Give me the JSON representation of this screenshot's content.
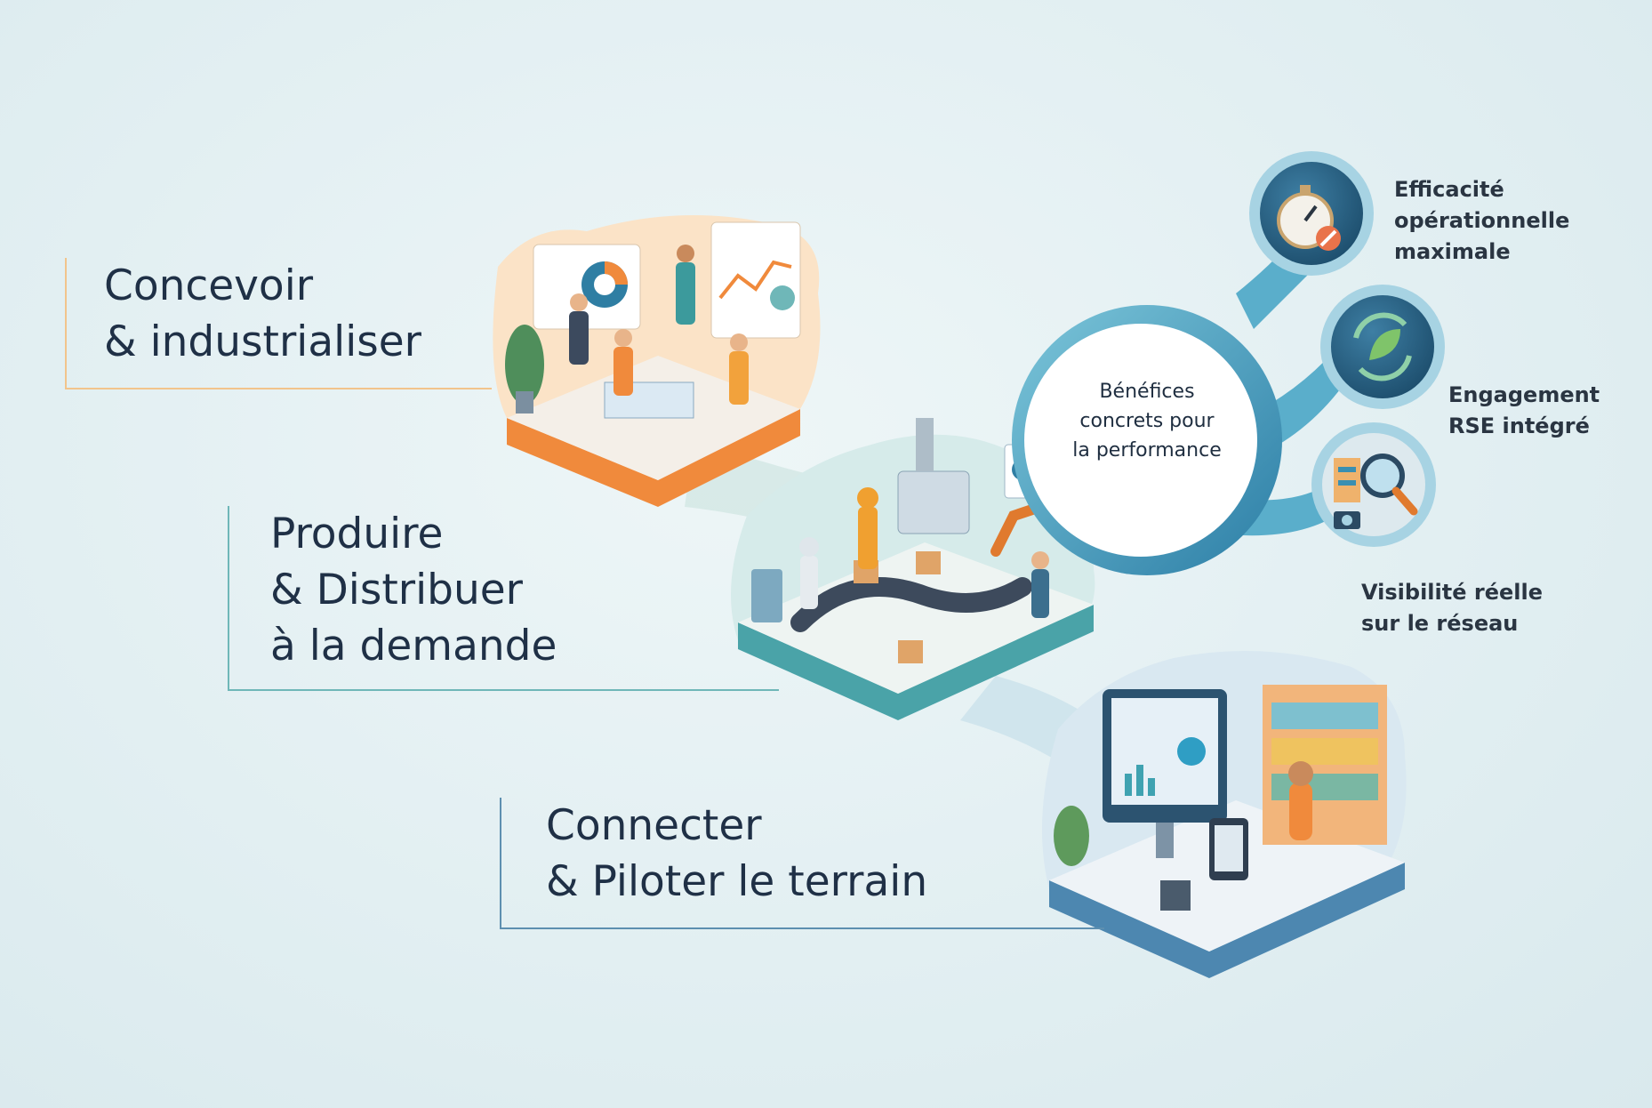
{
  "steps": [
    {
      "lines": [
        "Concevoir",
        "& industrialiser"
      ],
      "accent": "#f2c48c"
    },
    {
      "lines": [
        "Produire",
        "& Distribuer",
        "à la demande"
      ],
      "accent": "#6fb7b8"
    },
    {
      "lines": [
        "Connecter",
        "& Piloter le terrain"
      ],
      "accent": "#5d8fb0"
    }
  ],
  "hub": {
    "lines": [
      "Bénéfices",
      "concrets pour",
      "la performance"
    ]
  },
  "benefits": [
    {
      "lines": [
        "Efficacité",
        "opérationnelle",
        "maximale"
      ],
      "icon": "stopwatch-icon"
    },
    {
      "lines": [
        "Engagement",
        "RSE intégré"
      ],
      "icon": "recycle-leaf-icon"
    },
    {
      "lines": [
        "Visibilité réelle",
        "sur le réseau"
      ],
      "icon": "magnifier-network-icon"
    }
  ],
  "colors": {
    "text": "#1f3046",
    "orange": "#f08a3c",
    "teal": "#2f8c9c",
    "navy": "#24506e",
    "hub_ring": "#3a9cbd"
  }
}
